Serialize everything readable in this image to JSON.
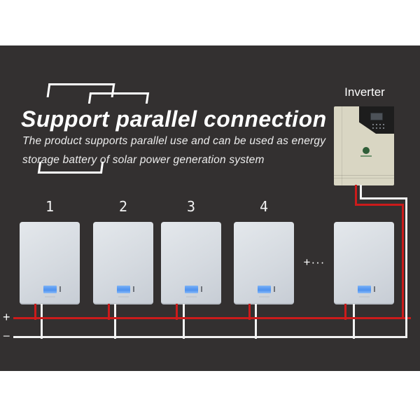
{
  "header": {
    "title": "Support parallel connection",
    "subtitle_line1": "The product supports parallel use and can be used as energy",
    "subtitle_line2": "storage battery of solar power generation system"
  },
  "inverter": {
    "label": "Inverter"
  },
  "diagram": {
    "battery_numbers": [
      "1",
      "2",
      "3",
      "4"
    ],
    "more_batteries_label": "+···",
    "positive_terminal_label": "+",
    "negative_terminal_label": "−"
  },
  "colors": {
    "page_background": "#ffffff",
    "panel_background": "#333030",
    "text": "#ffffff",
    "positive_wire_red": "#cc1b1b",
    "negative_wire_white": "#f2f2f2",
    "inverter_body": "#d9d6c3",
    "inverter_control_panel": "#1d1d1d",
    "battery_body": "#d5dae0",
    "battery_screen_blue": "#5c9cf2"
  }
}
